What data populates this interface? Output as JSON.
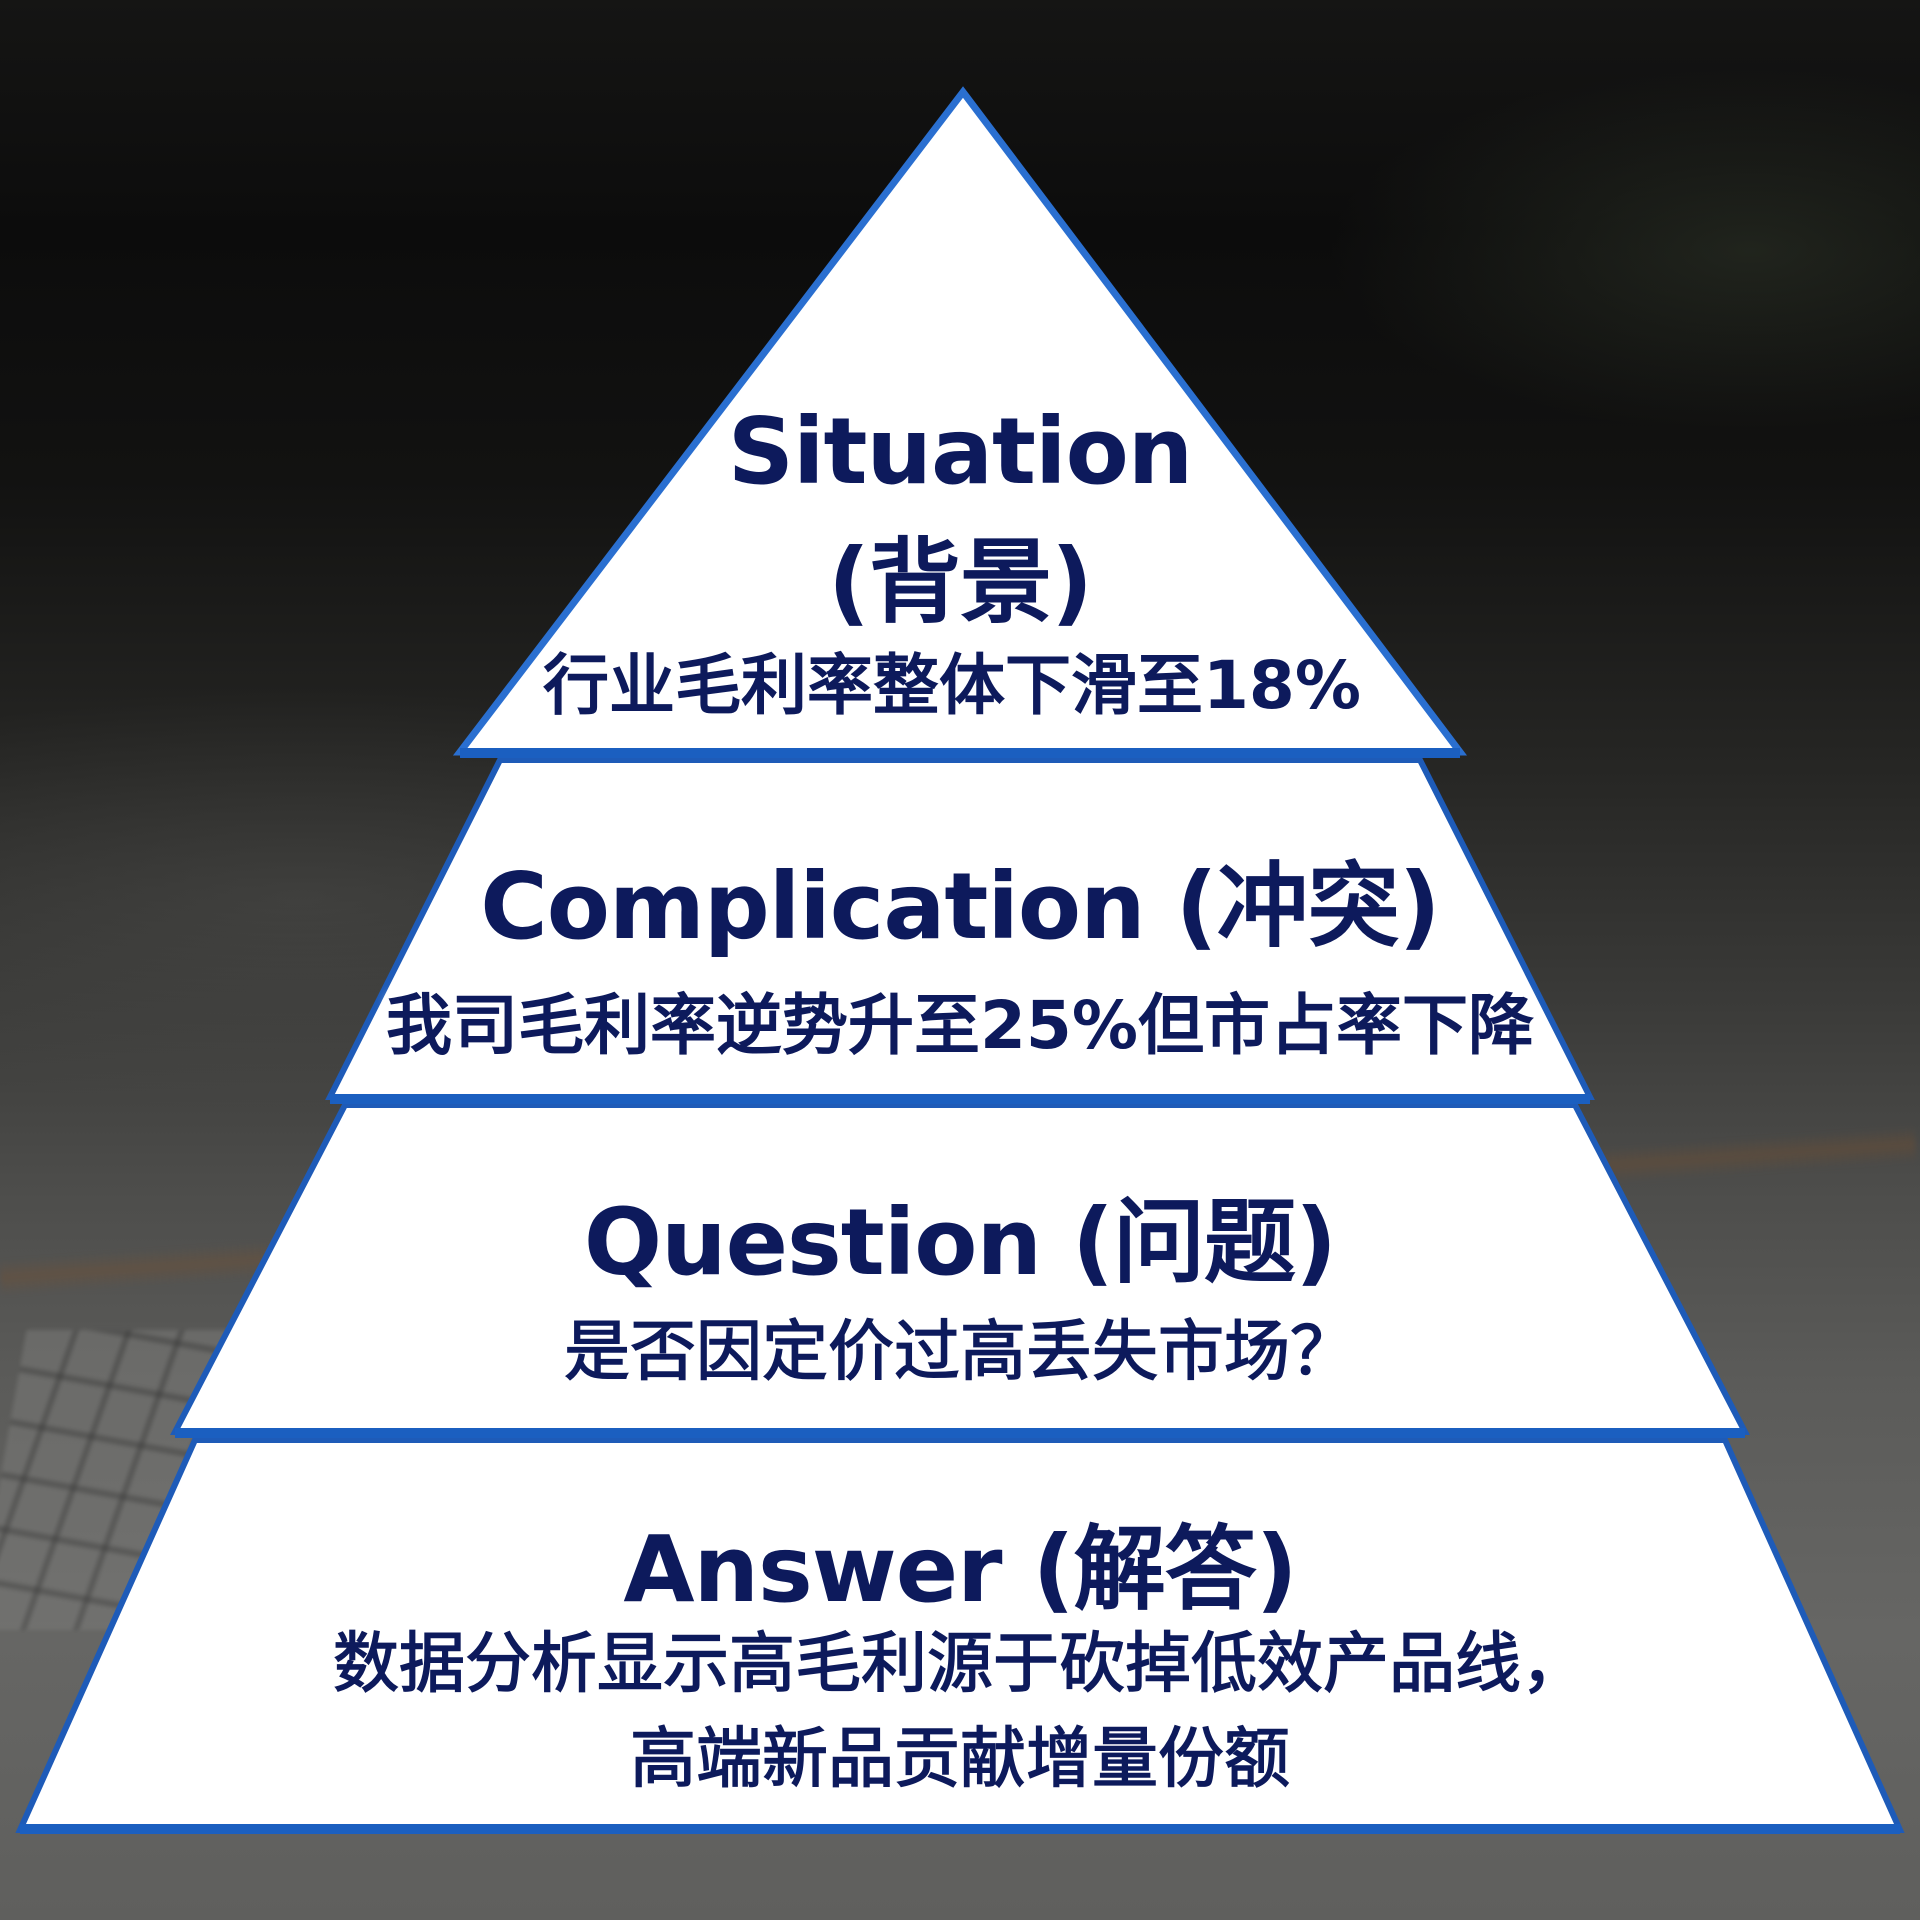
{
  "diagram": {
    "type": "pyramid",
    "framework": "SCQA",
    "colors": {
      "fill": "#ffffff",
      "border": "#1e5bb8",
      "text": "#0d1a5c"
    },
    "tiers": [
      {
        "title_line1": "Situation",
        "title_line2": "(背景)",
        "body": "行业毛利率整体下滑至18%"
      },
      {
        "title": "Complication (冲突)",
        "body": "我司毛利率逆势升至25%但市占率下降"
      },
      {
        "title": "Question (问题)",
        "body": "是否因定价过高丢失市场？"
      },
      {
        "title": "Answer (解答)",
        "body_line1": "数据分析显示高毛利源于砍掉低效产品线，",
        "body_line2": "高端新品贡献增量份额"
      }
    ]
  }
}
